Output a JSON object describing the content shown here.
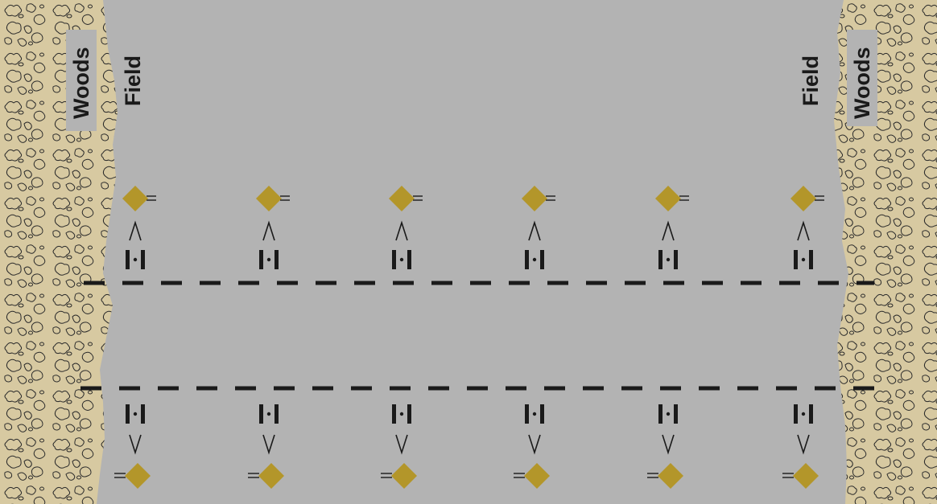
{
  "labels": {
    "left_woods": "Woods",
    "left_field": "Field",
    "right_woods": "Woods",
    "right_field": "Field"
  },
  "colors": {
    "woods_fill": "#d7c9a1",
    "field_fill": "#b3b3b3",
    "marker_fill": "#b3962a",
    "line": "#1a1a1a"
  },
  "icons": {
    "marker": "diamond-marker-icon",
    "direction_up": "caret-up-icon",
    "direction_down": "caret-down-icon",
    "vehicle": "vehicle-icon"
  },
  "rows": {
    "top_count": 6,
    "bottom_count": 6
  }
}
